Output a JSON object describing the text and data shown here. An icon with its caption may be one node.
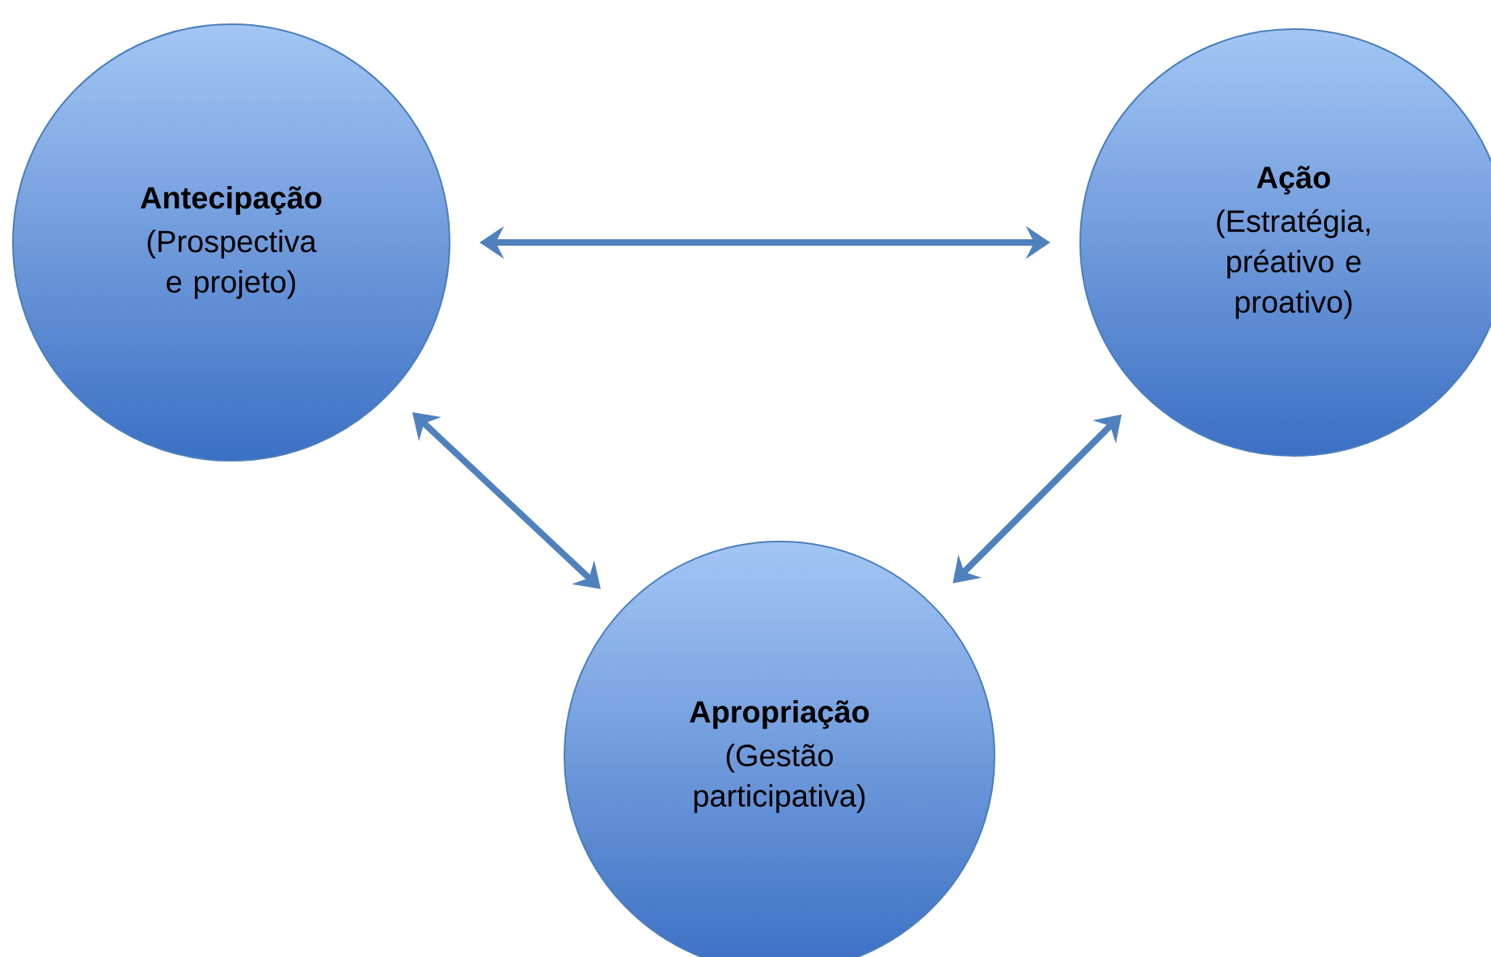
{
  "diagram": {
    "nodes": [
      {
        "text": [
          "Antecipação",
          "(Prospectiva e projeto)"
        ]
      },
      {
        "text": [
          "Ação",
          "(Estratégia, préativo e proativo)"
        ]
      },
      {
        "text": [
          "Apropriação",
          "(Gestão participativa)"
        ]
      }
    ],
    "edges": [
      {
        "from": 0,
        "to": 1,
        "arrow": "both"
      },
      {
        "from": 0,
        "to": 2,
        "arrow": "both"
      },
      {
        "from": 2,
        "to": 1,
        "arrow": "both"
      }
    ]
  }
}
